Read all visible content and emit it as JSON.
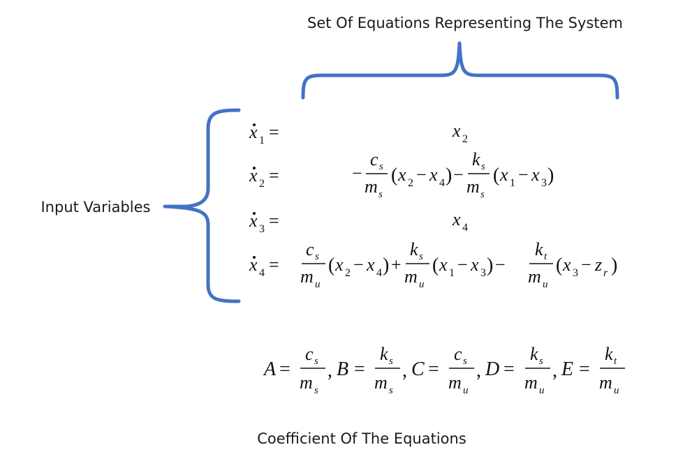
{
  "colors": {
    "brace": "#4472c4",
    "text": "#1a1a1a"
  },
  "labels": {
    "system": "Set Of Equations Representing The System",
    "inputs": "Input Variables",
    "coefficients": "Coefficient Of The Equations"
  },
  "equations": [
    {
      "lhs": "x",
      "lhs_sub": "1",
      "equals": "="
    },
    {
      "lhs": "x",
      "lhs_sub": "2",
      "equals": "="
    },
    {
      "lhs": "x",
      "lhs_sub": "3",
      "equals": "="
    },
    {
      "lhs": "x",
      "lhs_sub": "4",
      "equals": "="
    }
  ],
  "math": {
    "x": "x",
    "c": "c",
    "k": "k",
    "m": "m",
    "z": "z",
    "s": "s",
    "u": "u",
    "t": "t",
    "r": "r",
    "one": "1",
    "two": "2",
    "three": "3",
    "four": "4",
    "minus": "−",
    "plus": "+",
    "lparen": "(",
    "rparen": ")",
    "equals": "=",
    "comma": ",",
    "A": "A",
    "B": "B",
    "C": "C",
    "D": "D",
    "E": "E"
  }
}
